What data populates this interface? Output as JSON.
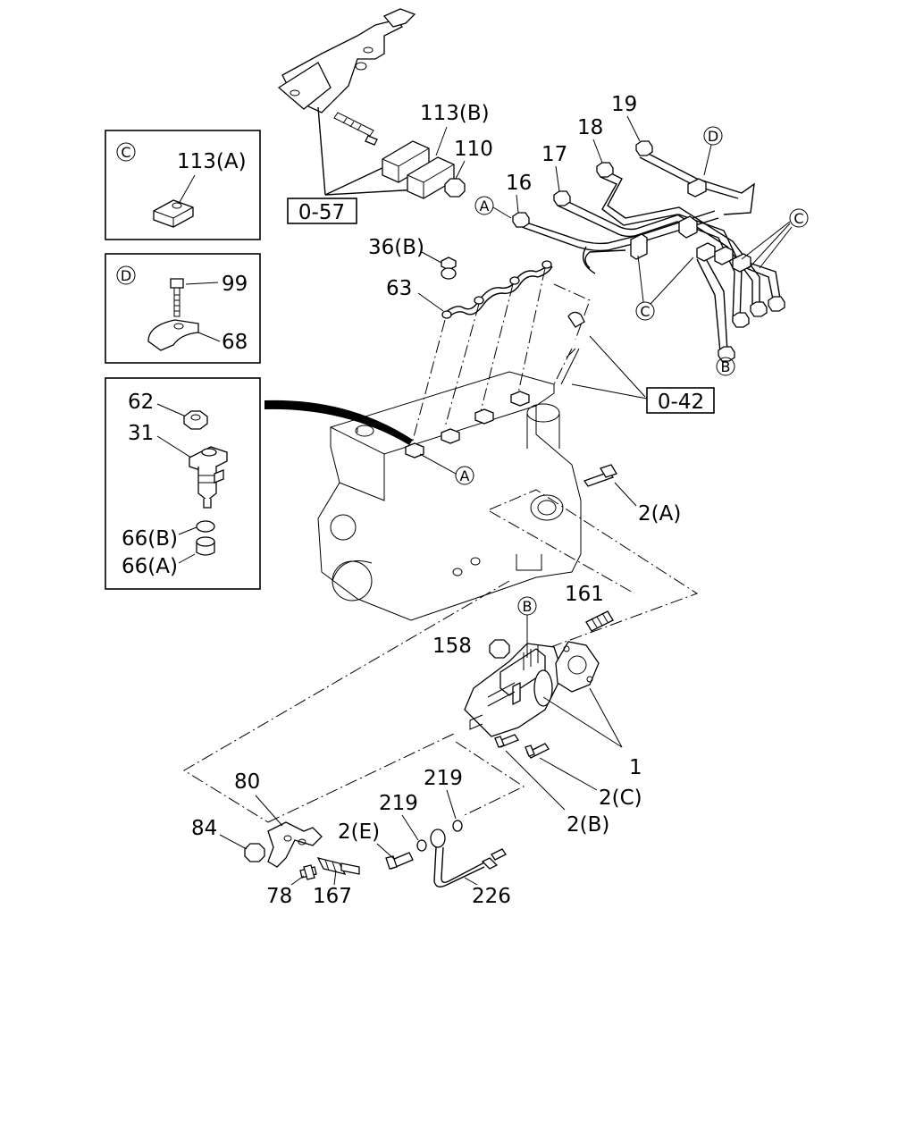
{
  "labels": {
    "p113B": "113(B)",
    "p110": "110",
    "p19": "19",
    "p18": "18",
    "p17": "17",
    "p16": "16",
    "p36B": "36(B)",
    "p63": "63",
    "p99": "99",
    "p68": "68",
    "p113A": "113(A)",
    "p62": "62",
    "p31": "31",
    "p66B": "66(B)",
    "p66A": "66(A)",
    "p2A": "2(A)",
    "p161": "161",
    "p158": "158",
    "p1": "1",
    "p2C": "2(C)",
    "p2B": "2(B)",
    "p219a": "219",
    "p219b": "219",
    "p2E": "2(E)",
    "p226": "226",
    "p80": "80",
    "p84": "84",
    "p78": "78",
    "p167": "167"
  },
  "refs": {
    "r057": "0-57",
    "r042": "0-42"
  },
  "markers": {
    "A": "A",
    "B": "B",
    "C": "C",
    "D": "D"
  }
}
